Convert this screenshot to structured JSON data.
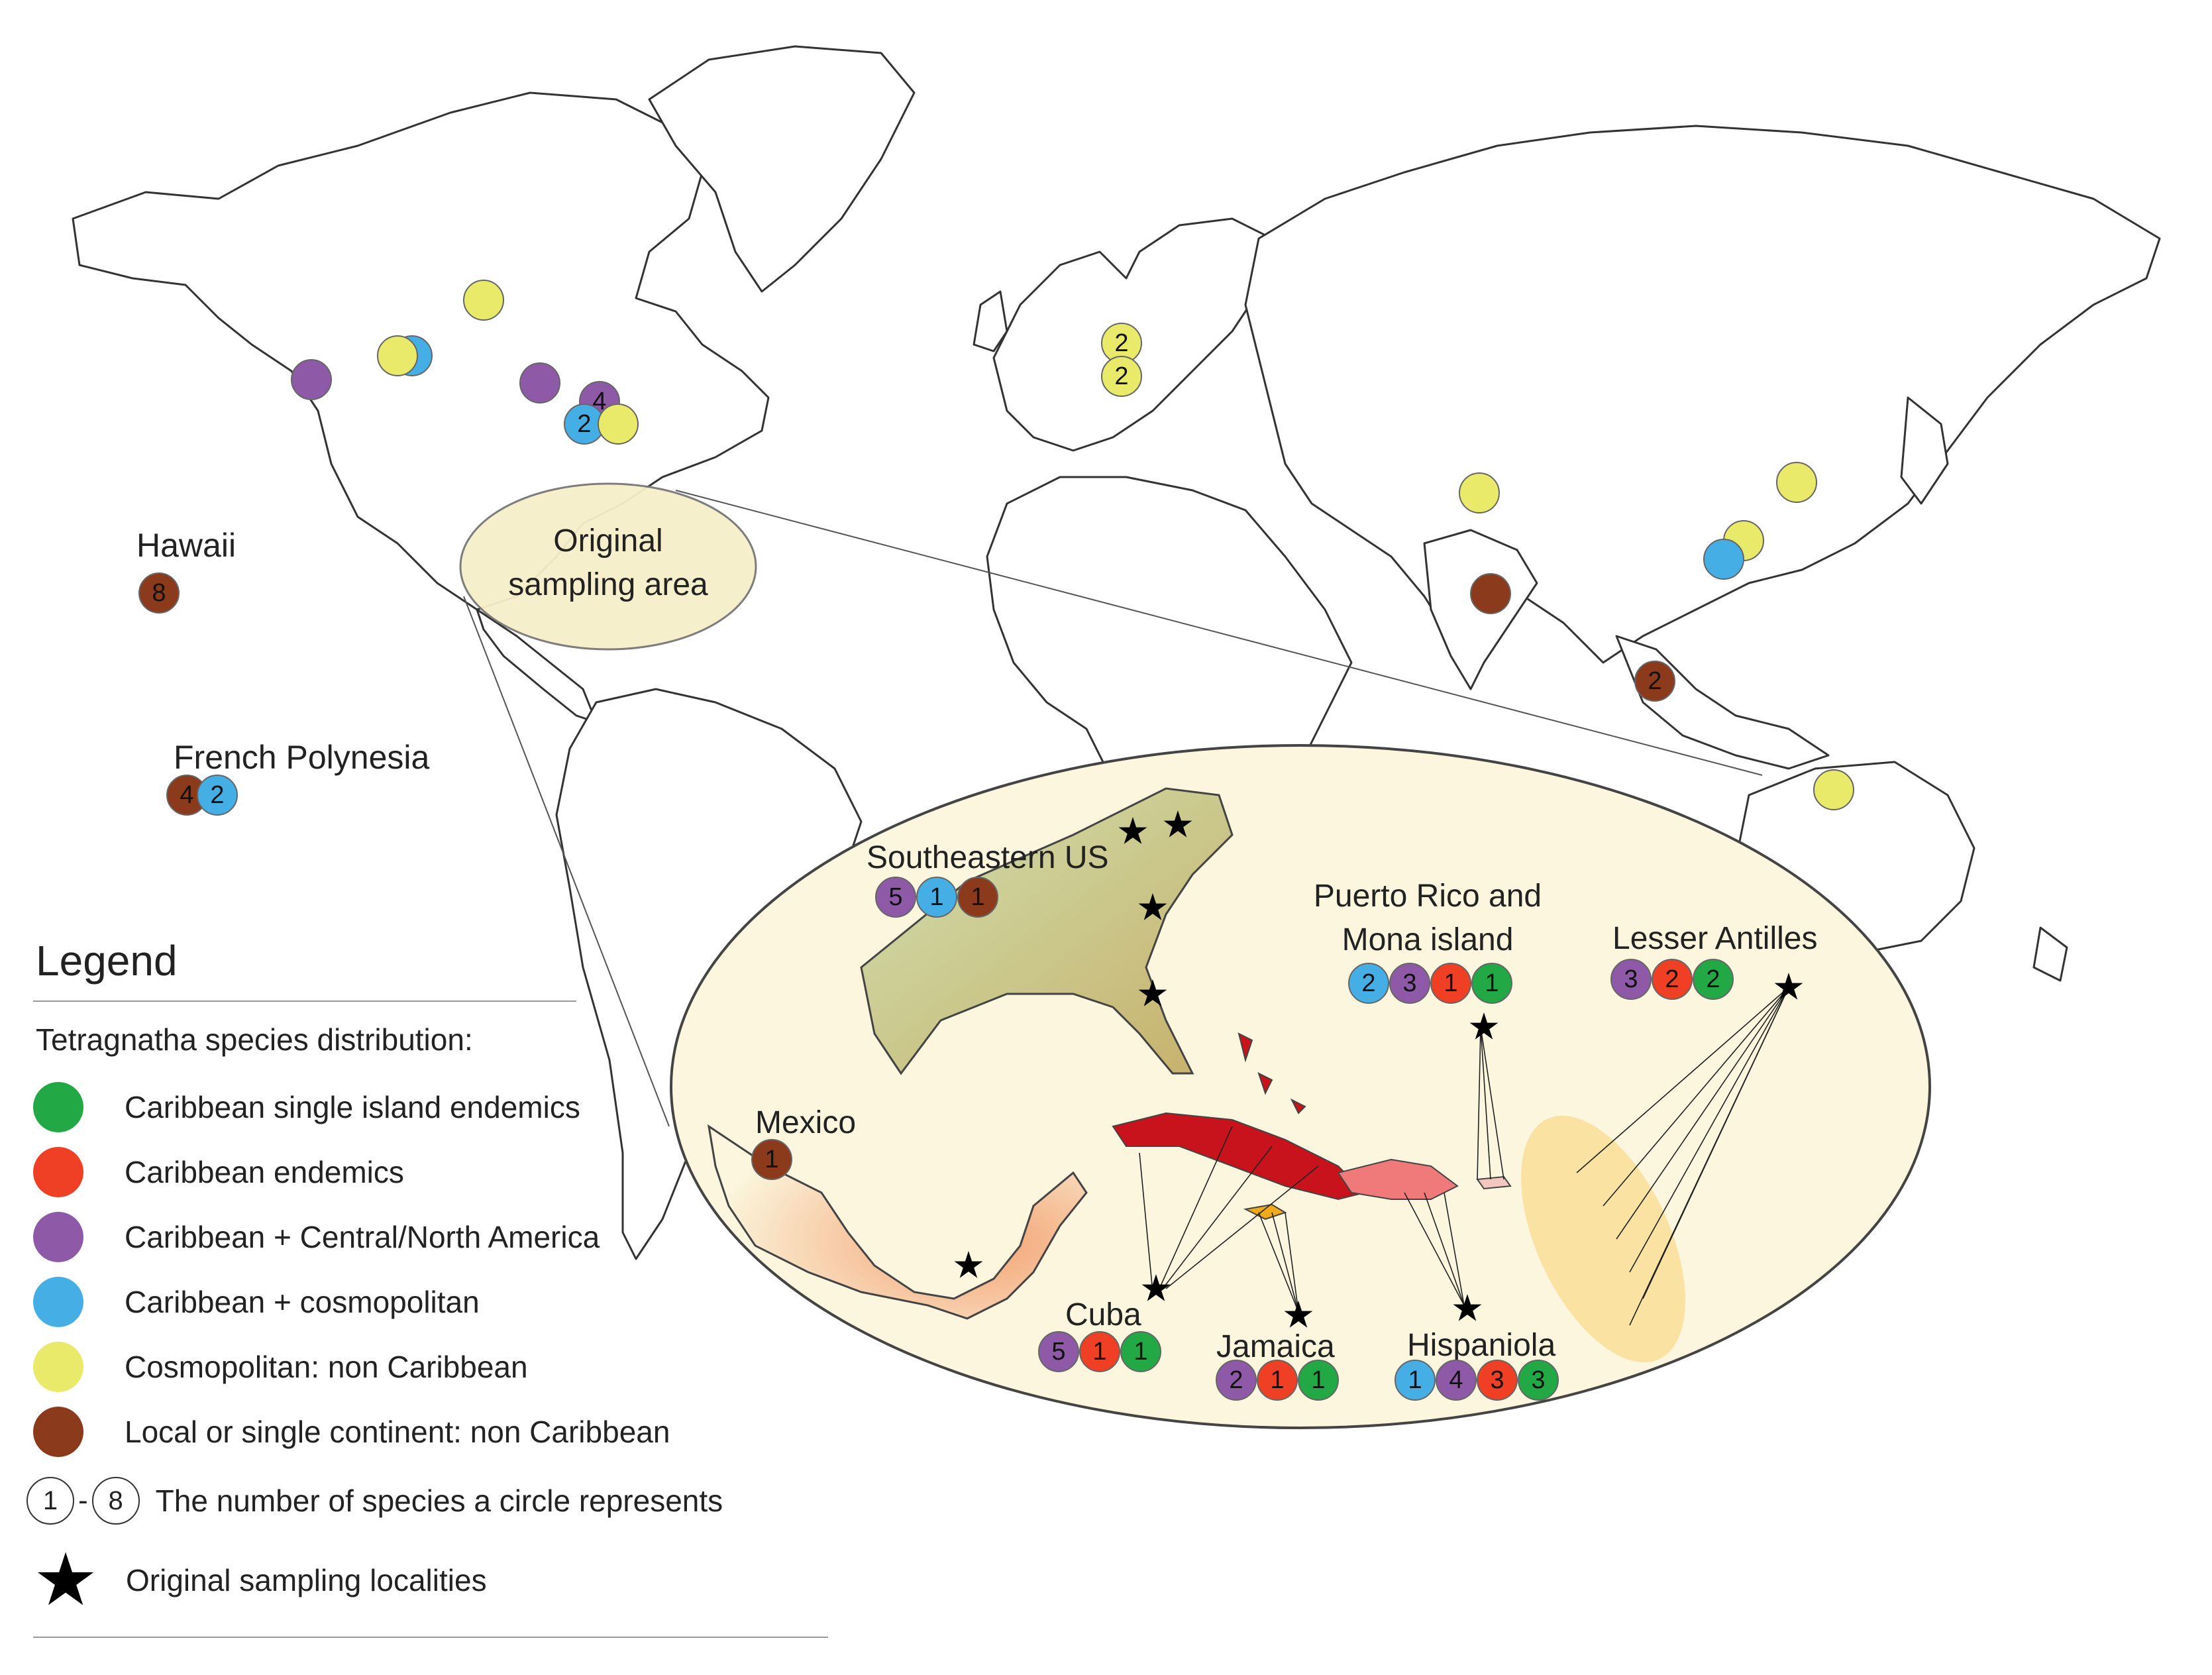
{
  "colors": {
    "green": "#22a845",
    "red": "#ef3f24",
    "purple": "#8e5aa8",
    "blue": "#45aee5",
    "yellow": "#e9ea6a",
    "brown": "#8b3a1c",
    "inset_fill": "#fbf6dd",
    "land_stroke": "#333333"
  },
  "map_labels": {
    "hawaii": "Hawaii",
    "french_polynesia": "French Polynesia",
    "original_sampling_area": [
      "Original",
      "sampling area"
    ]
  },
  "inset_labels": {
    "southeastern_us": "Southeastern US",
    "mexico": "Mexico",
    "cuba": "Cuba",
    "jamaica": "Jamaica",
    "hispaniola": "Hispaniola",
    "puerto_rico": [
      "Puerto Rico and",
      "Mona island"
    ],
    "lesser_antilles": "Lesser Antilles"
  },
  "badges": {
    "hawaii": [
      {
        "cat": "brown",
        "n": "8"
      }
    ],
    "french_polynesia": [
      {
        "cat": "brown",
        "n": "4"
      },
      {
        "cat": "blue",
        "n": "2"
      }
    ],
    "southeastern_us": [
      {
        "cat": "purple",
        "n": "5"
      },
      {
        "cat": "blue",
        "n": "1"
      },
      {
        "cat": "brown",
        "n": "1"
      }
    ],
    "mexico": [
      {
        "cat": "brown",
        "n": "1"
      }
    ],
    "cuba": [
      {
        "cat": "purple",
        "n": "5"
      },
      {
        "cat": "red",
        "n": "1"
      },
      {
        "cat": "green",
        "n": "1"
      }
    ],
    "jamaica": [
      {
        "cat": "purple",
        "n": "2"
      },
      {
        "cat": "red",
        "n": "1"
      },
      {
        "cat": "green",
        "n": "1"
      }
    ],
    "hispaniola": [
      {
        "cat": "blue",
        "n": "1"
      },
      {
        "cat": "purple",
        "n": "4"
      },
      {
        "cat": "red",
        "n": "3"
      },
      {
        "cat": "green",
        "n": "3"
      }
    ],
    "puerto_rico": [
      {
        "cat": "blue",
        "n": "2"
      },
      {
        "cat": "purple",
        "n": "3"
      },
      {
        "cat": "red",
        "n": "1"
      },
      {
        "cat": "green",
        "n": "1"
      }
    ],
    "lesser_antilles": [
      {
        "cat": "purple",
        "n": "3"
      },
      {
        "cat": "red",
        "n": "2"
      },
      {
        "cat": "green",
        "n": "2"
      }
    ],
    "north_america_markers": [
      {
        "cat": "yellow",
        "n": ""
      },
      {
        "cat": "blue",
        "n": ""
      },
      {
        "cat": "yellow",
        "n": ""
      },
      {
        "cat": "purple",
        "n": ""
      },
      {
        "cat": "purple",
        "n": ""
      },
      {
        "cat": "purple",
        "n": "4"
      },
      {
        "cat": "blue",
        "n": "2"
      },
      {
        "cat": "yellow",
        "n": ""
      }
    ],
    "europe_markers": [
      {
        "cat": "yellow",
        "n": "2"
      },
      {
        "cat": "yellow",
        "n": "2"
      }
    ],
    "asia_markers": [
      {
        "cat": "yellow",
        "n": ""
      },
      {
        "cat": "brown",
        "n": ""
      },
      {
        "cat": "brown",
        "n": "2"
      },
      {
        "cat": "yellow",
        "n": ""
      },
      {
        "cat": "yellow",
        "n": ""
      },
      {
        "cat": "blue",
        "n": ""
      },
      {
        "cat": "yellow",
        "n": ""
      }
    ]
  },
  "legend": {
    "title": "Legend",
    "subtitle": "Tetragnatha species distribution:",
    "items": [
      {
        "cat": "green",
        "label": "Caribbean single island endemics"
      },
      {
        "cat": "red",
        "label": "Caribbean endemics"
      },
      {
        "cat": "purple",
        "label": "Caribbean + Central/North America"
      },
      {
        "cat": "blue",
        "label": "Caribbean + cosmopolitan"
      },
      {
        "cat": "yellow",
        "label": "Cosmopolitan: non Caribbean"
      },
      {
        "cat": "brown",
        "label": "Local or single continent: non Caribbean"
      }
    ],
    "range_min": "1",
    "range_dash": "-",
    "range_max": "8",
    "range_label": "The number of species a circle represents",
    "star_label": "Original sampling localities",
    "star_glyph": "★"
  }
}
